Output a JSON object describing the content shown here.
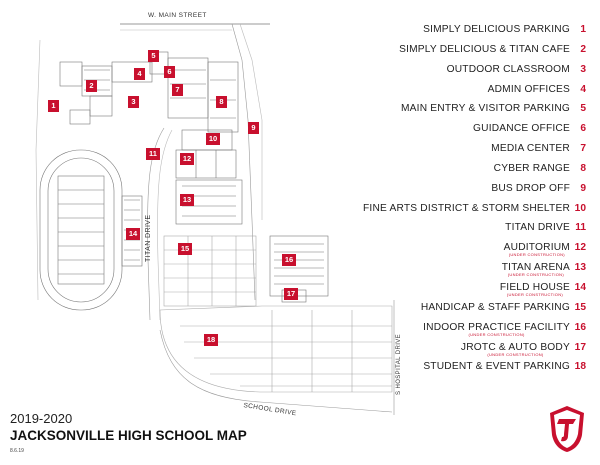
{
  "map": {
    "title": "2019-2020 JACKSONVILLE HIGH SCHOOL MAP",
    "year": "2019-2020",
    "school_title": "JACKSONVILLE HIGH SCHOOL MAP",
    "date_code": "8.6.19",
    "streets": {
      "main": "W. MAIN STREET",
      "school_drive": "SCHOOL DRIVE",
      "titan_drive": "TITAN DRIVE",
      "s_hospital": "S HOSPITAL DRIVE"
    },
    "accent_color": "#c8102e",
    "markers": [
      "1",
      "2",
      "3",
      "4",
      "5",
      "6",
      "7",
      "8",
      "9",
      "10",
      "11",
      "12",
      "13",
      "14",
      "15",
      "16",
      "17",
      "18"
    ],
    "legend": [
      {
        "number": "1",
        "label": "SIMPLY DELICIOUS PARKING",
        "note": ""
      },
      {
        "number": "2",
        "label": "SIMPLY DELICIOUS & TITAN CAFE",
        "note": ""
      },
      {
        "number": "3",
        "label": "OUTDOOR CLASSROOM",
        "note": ""
      },
      {
        "number": "4",
        "label": "ADMIN OFFICES",
        "note": ""
      },
      {
        "number": "5",
        "label": "MAIN ENTRY & VISITOR PARKING",
        "note": ""
      },
      {
        "number": "6",
        "label": "GUIDANCE OFFICE",
        "note": ""
      },
      {
        "number": "7",
        "label": "MEDIA CENTER",
        "note": ""
      },
      {
        "number": "8",
        "label": "CYBER RANGE",
        "note": ""
      },
      {
        "number": "9",
        "label": "BUS DROP OFF",
        "note": ""
      },
      {
        "number": "10",
        "label": "FINE ARTS DISTRICT & STORM SHELTER",
        "note": ""
      },
      {
        "number": "11",
        "label": "TITAN DRIVE",
        "note": ""
      },
      {
        "number": "12",
        "label": "AUDITORIUM",
        "note": "(UNDER CONSTRUCTION)"
      },
      {
        "number": "13",
        "label": "TITAN ARENA",
        "note": "(UNDER CONSTRUCTION)"
      },
      {
        "number": "14",
        "label": "FIELD HOUSE",
        "note": "(UNDER CONSTRUCTION)"
      },
      {
        "number": "15",
        "label": "HANDICAP & STAFF PARKING",
        "note": ""
      },
      {
        "number": "16",
        "label": "INDOOR PRACTICE FACILITY",
        "note": "(UNDER CONSTRUCTION)"
      },
      {
        "number": "17",
        "label": "JROTC & AUTO BODY",
        "note": "(UNDER CONSTRUCTION)"
      },
      {
        "number": "18",
        "label": "STUDENT & EVENT PARKING",
        "note": ""
      }
    ]
  }
}
